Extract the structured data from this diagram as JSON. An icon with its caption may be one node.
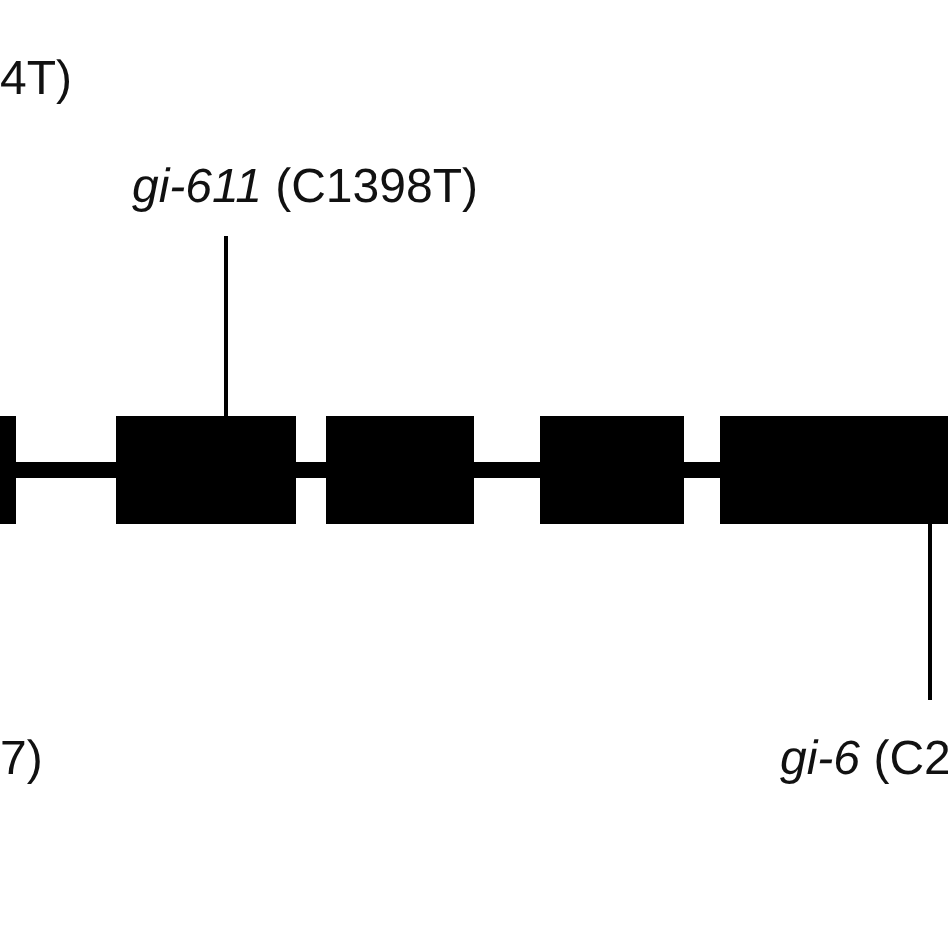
{
  "diagram": {
    "nodes": [
      {
        "text": [
          "*gi-611* (C1398T)"
        ]
      },
      {
        "text": [
          "*gi-6* (C2"
        ]
      },
      {
        "text": [],
        "shape": "box"
      },
      {
        "text": [],
        "shape": "box"
      },
      {
        "text": [],
        "shape": "box"
      },
      {
        "text": [],
        "shape": "box"
      },
      {
        "text": [],
        "shape": "box"
      }
    ],
    "edges": [
      {
        "from": 0,
        "to": 3,
        "arrow": "none"
      },
      {
        "from": 1,
        "to": 6,
        "arrow": "none"
      },
      {
        "from": 2,
        "to": 3,
        "arrow": "none"
      },
      {
        "from": 3,
        "to": 4,
        "arrow": "none"
      },
      {
        "from": 4,
        "to": 5,
        "arrow": "none"
      },
      {
        "from": 5,
        "to": 6,
        "arrow": "none"
      }
    ],
    "labels": [
      "4T)",
      "7)"
    ]
  }
}
